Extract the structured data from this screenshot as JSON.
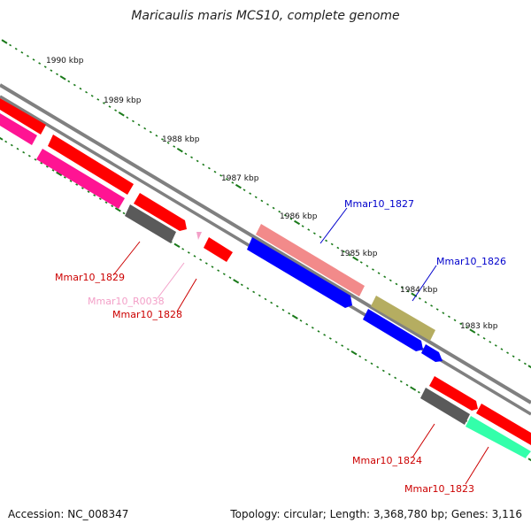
{
  "title": "Maricaulis maris MCS10, complete genome",
  "footer": {
    "accession": "Accession: NC_008347",
    "summary": "Topology: circular; Length: 3,368,780 bp; Genes: 3,116"
  },
  "colors": {
    "backbone": "#808080",
    "ticks": "#1a7a1a",
    "red": "#ff0000",
    "pink": "#f28a8a",
    "magenta": "#ff1493",
    "blue": "#0000ff",
    "olive": "#b5ad61",
    "gray": "#5a5a5a",
    "teal": "#33ffaa",
    "lightpink": "#f3a0c8",
    "label_red": "#cc0000",
    "label_blue": "#0000cc",
    "label_pink": "#f3a0c8"
  },
  "kbp_labels": [
    "1990 kbp",
    "1989 kbp",
    "1988 kbp",
    "1987 kbp",
    "1986 kbp",
    "1985 kbp",
    "1984 kbp",
    "1983 kbp"
  ],
  "gene_labels": [
    {
      "text": "Mmar10_1827",
      "color": "blue"
    },
    {
      "text": "Mmar10_1826",
      "color": "blue"
    },
    {
      "text": "Mmar10_1829",
      "color": "red"
    },
    {
      "text": "Mmar10_R0038",
      "color": "pink"
    },
    {
      "text": "Mmar10_1828",
      "color": "red"
    },
    {
      "text": "Mmar10_1824",
      "color": "red"
    },
    {
      "text": "Mmar10_1823",
      "color": "red"
    }
  ]
}
